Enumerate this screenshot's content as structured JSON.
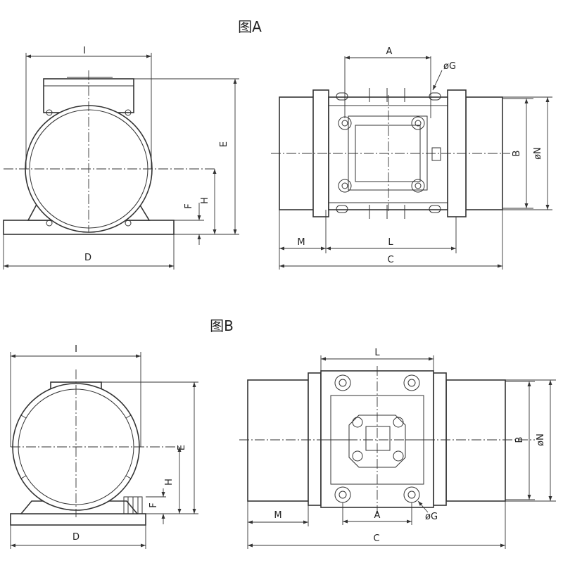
{
  "figure_a": {
    "title": "图A",
    "front": {
      "I": "I",
      "E": "E",
      "H": "H",
      "F": "F",
      "D": "D"
    },
    "top": {
      "A": "A",
      "G": "øG",
      "B": "B",
      "N": "øN",
      "M": "M",
      "L": "L",
      "C": "C"
    }
  },
  "figure_b": {
    "title": "图B",
    "front": {
      "I": "I",
      "E": "E",
      "H": "H",
      "F": "F",
      "D": "D"
    },
    "top": {
      "L": "L",
      "B": "B",
      "N": "øN",
      "M": "M",
      "A": "A",
      "G": "øG",
      "C": "C"
    }
  }
}
